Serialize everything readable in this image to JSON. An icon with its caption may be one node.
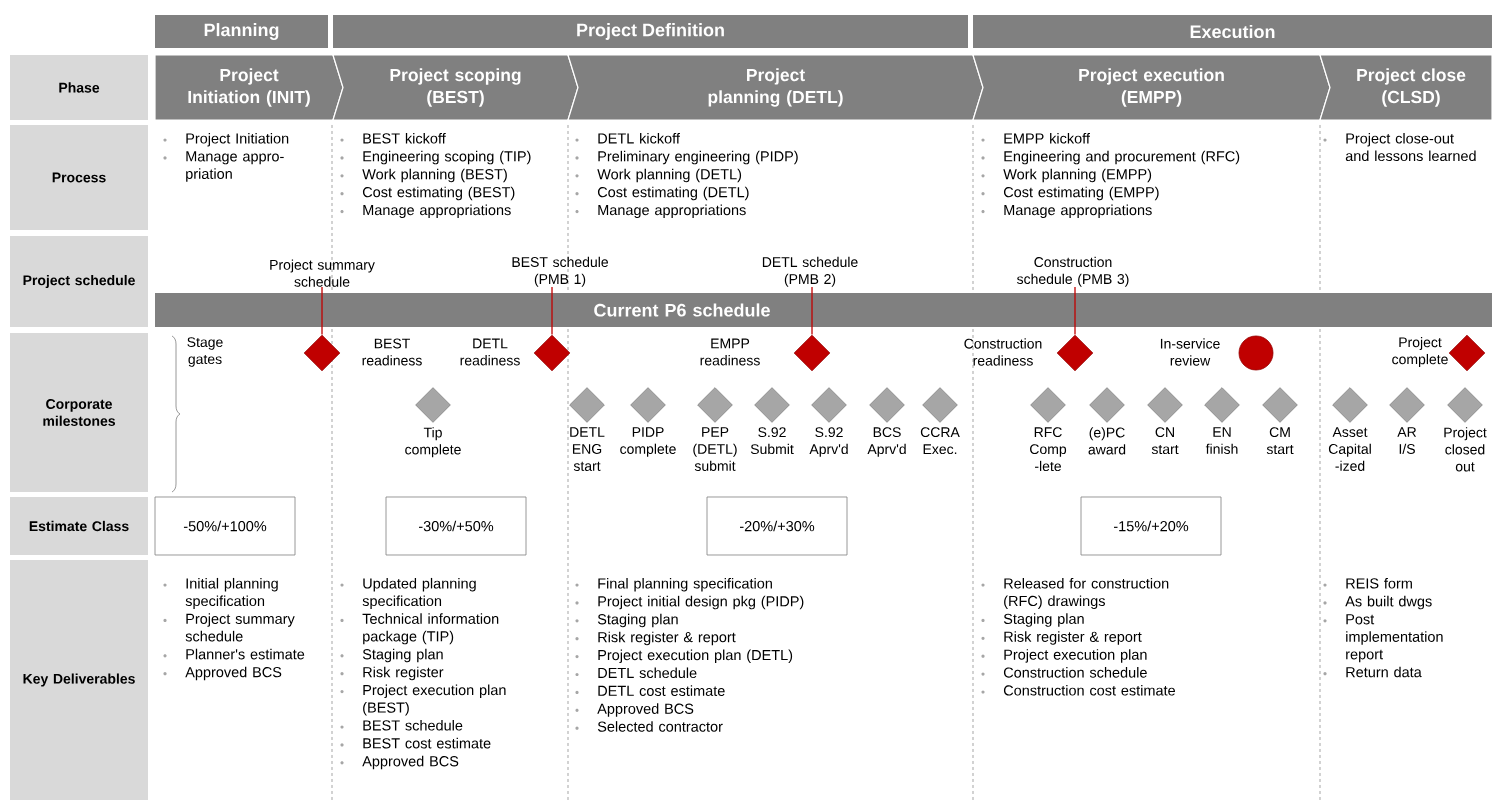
{
  "diagram": {
    "nodes": [
      {
        "text": [
          "Planning"
        ]
      },
      {
        "text": [
          "Project Definition"
        ]
      },
      {
        "text": [
          "Execution"
        ]
      },
      {
        "text": [
          "Phase"
        ]
      },
      {
        "text": [
          "Project Initiation (INIT)"
        ]
      },
      {
        "text": [
          "Project scoping (BEST)"
        ]
      },
      {
        "text": [
          "Project planning (DETL)"
        ]
      },
      {
        "text": [
          "Project execution (EMPP)"
        ]
      },
      {
        "text": [
          "Project close (CLSD)"
        ]
      },
      {
        "text": [
          "Process"
        ]
      },
      {
        "text": [
          "Project schedule"
        ]
      },
      {
        "text": [
          "Project summary schedule"
        ]
      },
      {
        "text": [
          "BEST schedule (PMB 1)"
        ]
      },
      {
        "text": [
          "DETL schedule (PMB 2)"
        ]
      },
      {
        "text": [
          "Construction schedule (PMB 3)"
        ]
      },
      {
        "text": [
          "Current P6 schedule"
        ]
      },
      {
        "text": [
          "Corporate milestones"
        ]
      },
      {
        "text": [],
        "shape": "diamond"
      },
      {
        "text": [],
        "shape": "diamond",
        "beside": [
          "DETL readiness"
        ]
      },
      {
        "text": [],
        "shape": "diamond"
      },
      {
        "text": [],
        "shape": "diamond",
        "beside": [
          "Construction readiness"
        ]
      },
      {
        "text": [],
        "shape": "circle",
        "beside": [
          "In-service review"
        ]
      },
      {
        "text": [],
        "shape": "diamond",
        "beside": [
          "Project complete"
        ]
      },
      {
        "text": [],
        "shape": "diamond",
        "beside": [
          "Tip complete"
        ]
      },
      {
        "text": [],
        "shape": "diamond",
        "beside": [
          "DETL ENG start"
        ]
      },
      {
        "text": [],
        "shape": "diamond",
        "beside": [
          "PIDP complete"
        ]
      },
      {
        "text": [],
        "shape": "diamond",
        "beside": [
          "PEP (DETL) submit"
        ]
      },
      {
        "text": [],
        "shape": "diamond",
        "beside": [
          "S.92 Submit"
        ]
      },
      {
        "text": [],
        "shape": "diamond",
        "beside": [
          "S.92 Aprv'd"
        ]
      },
      {
        "text": [],
        "shape": "diamond",
        "beside": [
          "BCS Aprv'd"
        ]
      },
      {
        "text": [],
        "shape": "diamond",
        "beside": [
          "CCRA Exec."
        ]
      },
      {
        "text": [],
        "shape": "diamond",
        "beside": [
          "RFC Comp -lete"
        ]
      },
      {
        "text": [],
        "shape": "diamond",
        "beside": [
          "(e)PC award"
        ]
      },
      {
        "text": [],
        "shape": "diamond",
        "beside": [
          "CN start"
        ]
      },
      {
        "text": [],
        "shape": "diamond",
        "beside": [
          "EN finish"
        ]
      },
      {
        "text": [],
        "shape": "diamond",
        "beside": [
          "CM start"
        ]
      },
      {
        "text": [],
        "shape": "diamond",
        "beside": [
          "Asset Capital -ized"
        ]
      },
      {
        "text": [],
        "shape": "diamond",
        "beside": [
          "AR I/S"
        ]
      },
      {
        "text": [],
        "shape": "diamond",
        "beside": [
          "Project closed out"
        ]
      },
      {
        "text": [
          "Estimate Class"
        ]
      },
      {
        "text": [
          "-50%/+100%"
        ]
      },
      {
        "text": [
          "-30%/+50%"
        ]
      },
      {
        "text": [
          "-20%/+30%"
        ]
      },
      {
        "text": [
          "-15%/+20%"
        ]
      },
      {
        "text": [
          "Key Deliverables"
        ]
      }
    ],
    "edges": [
      {
        "from": 11,
        "to": 17,
        "arrow": "none"
      },
      {
        "from": 12,
        "to": 18,
        "arrow": "none"
      },
      {
        "from": 13,
        "to": 19,
        "arrow": "none"
      },
      {
        "from": 14,
        "to": 20,
        "arrow": "none"
      }
    ],
    "labels": [
      "Project Initiation",
      "Manage appro-priation",
      "BEST kickoff",
      "Engineering scoping (TIP)",
      "Work planning (BEST)",
      "Cost estimating (BEST)",
      "Manage appropriations",
      "DETL kickoff",
      "Preliminary engineering (PIDP)",
      "Work planning (DETL)",
      "Cost estimating (DETL)",
      "Manage appropriations",
      "EMPP kickoff",
      "Engineering and procurement (RFC)",
      "Work planning (EMPP)",
      "Cost estimating (EMPP)",
      "Manage appropriations",
      "Project close-out and lessons learned",
      "Stage gates",
      "BEST readiness",
      "EMPP readiness",
      "Initial planning specification",
      "Project summary schedule",
      "Planner's estimate",
      "Approved BCS",
      "Updated planning specification",
      "Technical information package (TIP)",
      "Staging plan",
      "Risk register",
      "Project execution plan (BEST)",
      "BEST schedule",
      "BEST cost estimate",
      "Approved BCS",
      "Final planning specification",
      "Project initial design pkg (PIDP)",
      "Staging plan",
      "Risk register & report",
      "Project execution plan (DETL)",
      "DETL schedule",
      "DETL cost estimate",
      "Approved BCS",
      "Selected contractor",
      "Released for construction (RFC) drawings",
      "Staging plan",
      "Risk register & report",
      "Project execution plan",
      "Construction schedule",
      "Construction cost estimate",
      "REIS form",
      "As built dwgs",
      "Post implementation report",
      "Return data"
    ]
  }
}
